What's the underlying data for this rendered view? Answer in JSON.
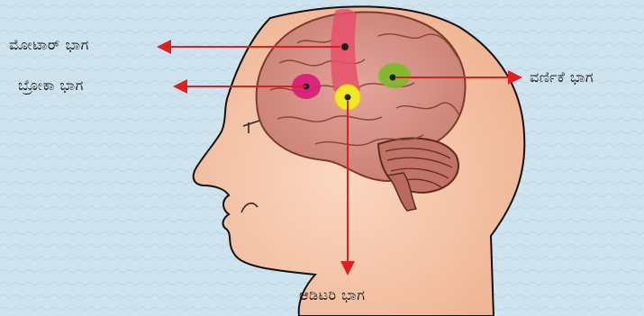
{
  "labels": {
    "motor": "ಮೋಟಾರ್ ಭಾಗ",
    "broca": "ಬ್ರೋಕಾ ಭಾಗ",
    "visual": "ವರ್ಣಿಕೆ ಭಾಗ",
    "auditory": "ಆಡಿಟರಿ ಭಾಗ"
  },
  "colors": {
    "background": "#cfe3ef",
    "skin": "#f4c3a6",
    "brain": "#d9928a",
    "brain_outline": "#7a3a2c",
    "motor_area": "#e8506a",
    "broca_area": "#d81a7a",
    "visual_area": "#7dbb2a",
    "auditory_area": "#f2ea20",
    "arrow": "#e02020"
  }
}
